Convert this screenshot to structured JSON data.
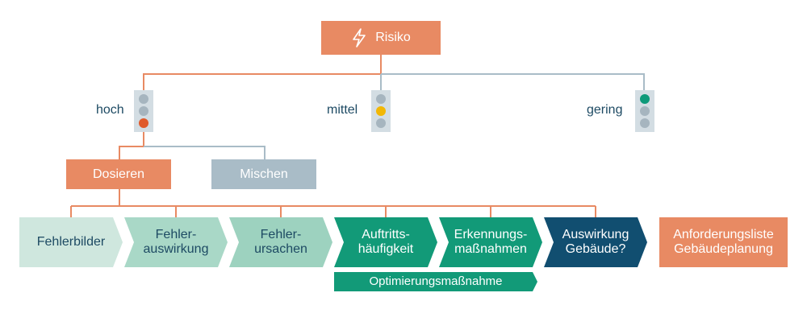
{
  "root": {
    "label": "Risiko",
    "icon": "lightning-icon"
  },
  "levels": [
    {
      "label": "hoch",
      "active": "bottom",
      "active_color": "#e05a2b"
    },
    {
      "label": "mittel",
      "active": "middle",
      "active_color": "#f2b705"
    },
    {
      "label": "gering",
      "active": "top",
      "active_color": "#0e9a7a"
    }
  ],
  "actions": {
    "dosieren": "Dosieren",
    "mischen": "Mischen"
  },
  "steps": [
    {
      "label": "Fehlerbilder",
      "bg": "#cfe7de",
      "color": "#1d4a63"
    },
    {
      "label": "Fehler-\nauswirkung",
      "bg": "#a9d8c7",
      "color": "#1d4a63"
    },
    {
      "label": "Fehler-\nursachen",
      "bg": "#9dd2bf",
      "color": "#1d4a63"
    },
    {
      "label": "Auftritts-\nhäufigkeit",
      "bg": "#129a78",
      "color": "#ffffff"
    },
    {
      "label": "Erkennungs-\nmaßnahmen",
      "bg": "#129a78",
      "color": "#ffffff"
    },
    {
      "label": "Auswirkung\nGebäude?",
      "bg": "#114e70",
      "color": "#ffffff"
    }
  ],
  "result": "Anforderungsliste\nGebäudeplanung",
  "optimization": "Optimierungsmaßnahme",
  "colors": {
    "line_orange": "#e88a63",
    "line_grey": "#a9bcc7",
    "text_dark": "#1d4a63"
  }
}
